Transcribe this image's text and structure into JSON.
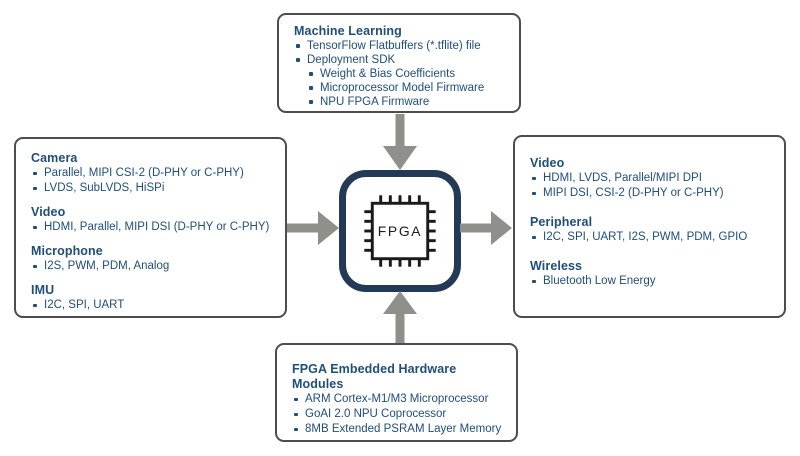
{
  "diagram": {
    "center": {
      "label": "FPGA"
    },
    "top_box": {
      "title": "Machine Learning",
      "items": [
        "TensorFlow Flatbuffers (*.tflite) file",
        "Deployment SDK"
      ],
      "subitems": [
        "Weight & Bias Coefficients",
        "Microprocessor Model Firmware",
        "NPU FPGA Firmware"
      ]
    },
    "left_box": {
      "sections": [
        {
          "title": "Camera",
          "items": [
            "Parallel, MIPI CSI-2 (D-PHY or C-PHY)",
            "LVDS, SubLVDS, HiSPi"
          ]
        },
        {
          "title": "Video",
          "items": [
            "HDMI, Parallel, MIPI DSI (D-PHY or C-PHY)"
          ]
        },
        {
          "title": "Microphone",
          "items": [
            "I2S, PWM, PDM, Analog"
          ]
        },
        {
          "title": "IMU",
          "items": [
            "I2C, SPI, UART"
          ]
        }
      ]
    },
    "right_box": {
      "sections": [
        {
          "title": "Video",
          "items": [
            "HDMI, LVDS, Parallel/MIPI DPI",
            "MIPI DSI, CSI-2 (D-PHY or C-PHY)"
          ]
        },
        {
          "title": "Peripheral",
          "items": [
            "I2C, SPI, UART, I2S, PWM, PDM, GPIO"
          ]
        },
        {
          "title": "Wireless",
          "items": [
            "Bluetooth Low Energy"
          ]
        }
      ]
    },
    "bottom_box": {
      "title": "FPGA Embedded Hardware Modules",
      "items": [
        "ARM Cortex-M1/M3 Microprocessor",
        "GoAI 2.0 NPU Coprocessor",
        "8MB Extended PSRAM Layer Memory"
      ]
    },
    "connections": [
      {
        "from": "Machine Learning",
        "to": "FPGA",
        "arrow": "down"
      },
      {
        "from": "Camera / Video / Microphone / IMU",
        "to": "FPGA",
        "arrow": "right"
      },
      {
        "from": "FPGA",
        "to": "Video / Peripheral / Wireless",
        "arrow": "right"
      },
      {
        "from": "FPGA Embedded Hardware Modules",
        "to": "FPGA",
        "arrow": "up"
      }
    ],
    "colors": {
      "text": "#1F4E79",
      "box_border": "#4D4D4D",
      "arrow": "#90908A",
      "fpga_ring": "#233A57",
      "chip_outline": "#1A1A1A"
    }
  }
}
